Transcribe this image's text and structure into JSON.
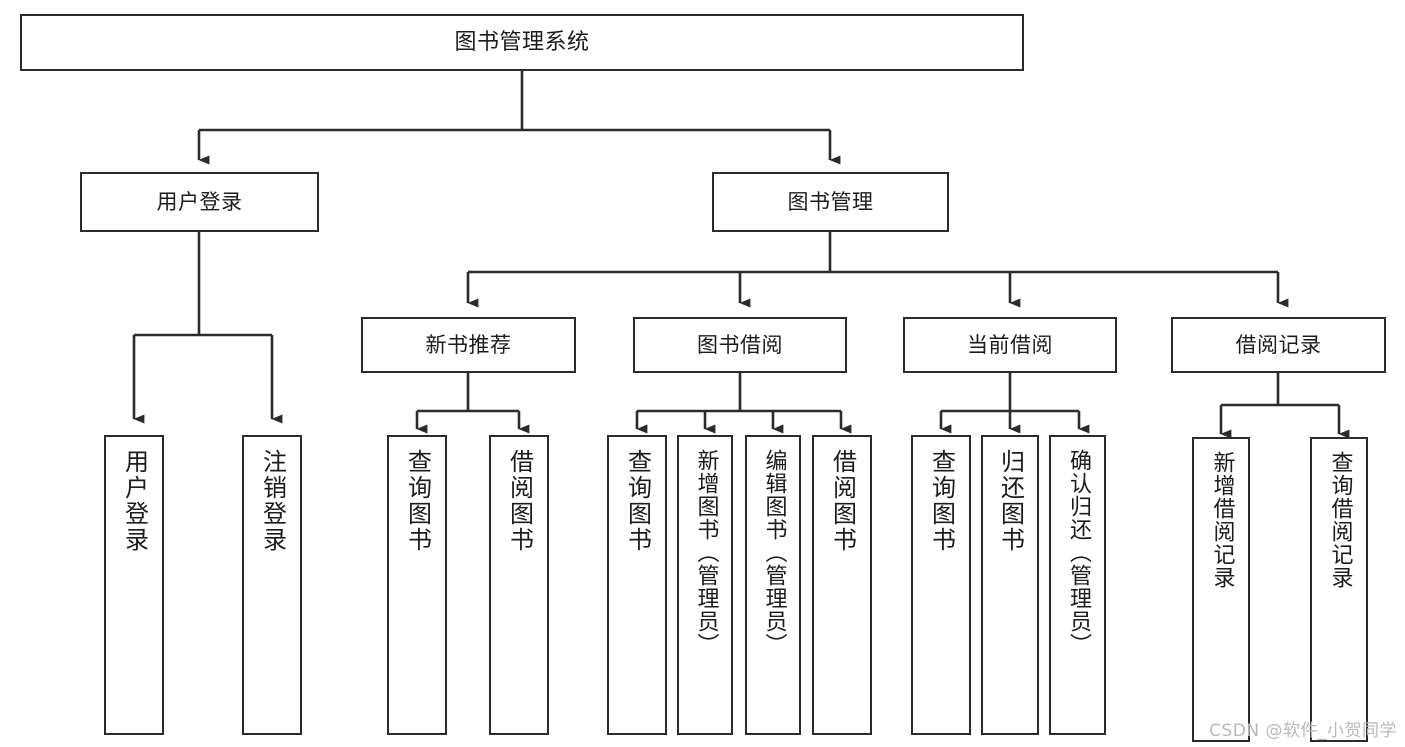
{
  "diagram": {
    "title": "图书管理系统",
    "type": "tree-hierarchy-diagram",
    "watermark": "CSDN @软件_小贺同学",
    "colors": {
      "stroke": "#2b2b2b",
      "background": "#ffffff",
      "text": "#1c1c1c",
      "watermark": "#b9b9b9"
    },
    "root": {
      "label": "图书管理系统"
    },
    "level2": [
      {
        "label": "用户登录"
      },
      {
        "label": "图书管理"
      }
    ],
    "level3": [
      {
        "label": "新书推荐"
      },
      {
        "label": "图书借阅"
      },
      {
        "label": "当前借阅"
      },
      {
        "label": "借阅记录"
      }
    ],
    "leaves": {
      "user_login": [
        {
          "label": "用户登录"
        },
        {
          "label": "注销登录"
        }
      ],
      "new_book_recommend": [
        {
          "label": "查询图书"
        },
        {
          "label": "借阅图书"
        }
      ],
      "book_borrow": [
        {
          "label": "查询图书"
        },
        {
          "label": "新增图书（管理员）"
        },
        {
          "label": "编辑图书（管理员）"
        },
        {
          "label": "借阅图书"
        }
      ],
      "current_borrow": [
        {
          "label": "查询图书"
        },
        {
          "label": "归还图书"
        },
        {
          "label": "确认归还（管理员）"
        }
      ],
      "borrow_record": [
        {
          "label": "新增借阅记录"
        },
        {
          "label": "查询借阅记录"
        }
      ]
    }
  }
}
